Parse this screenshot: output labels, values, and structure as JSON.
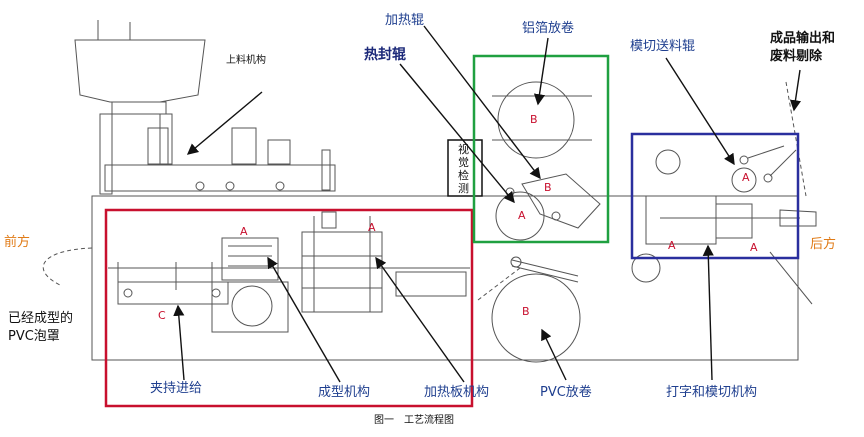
{
  "labels": {
    "feeding_mechanism": "上料机构",
    "heating_roller": "加热辊",
    "heat_seal_roller": "热封辊",
    "foil_unwind": "铝箔放卷",
    "die_cut_feed_roller": "模切送料辊",
    "output_reject_line1": "成品输出和",
    "output_reject_line2": "废料剔除",
    "vision_inspection_chars": [
      "视",
      "觉",
      "检",
      "测"
    ],
    "front": "前方",
    "rear": "后方",
    "formed_blister_line1": "已经成型的",
    "formed_blister_line2": "PVC泡罩",
    "clamp_feed": "夹持进给",
    "forming_mechanism": "成型机构",
    "heating_plate_mechanism": "加热板机构",
    "pvc_unwind": "PVC放卷",
    "print_die_cut": "打字和模切机构",
    "caption": "图一　工艺流程图"
  },
  "markers": {
    "A": "A",
    "B": "B",
    "C": "C"
  },
  "colors": {
    "red_box": "#c8102e",
    "green_box": "#1fa040",
    "blue_box": "#2a2f9e",
    "label_blue": "#1f3f8f",
    "label_orange": "#e07b17",
    "marker_red": "#c8102e",
    "line_gray": "#555555"
  }
}
